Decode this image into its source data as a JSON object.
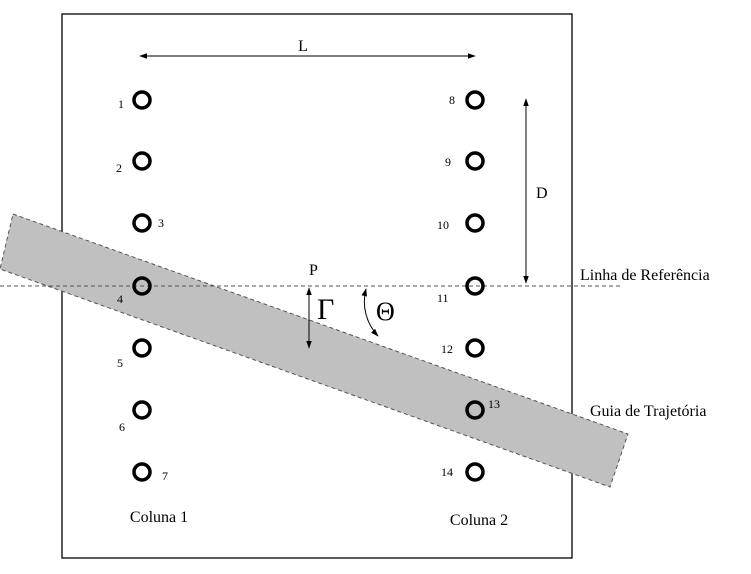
{
  "labels": {
    "length": "L",
    "distance": "D",
    "point": "P",
    "gamma": "Γ",
    "theta": "Θ",
    "reference_line": "Linha de Referência",
    "path_guide": "Guia de Trajetória",
    "column_1": "Coluna 1",
    "column_2": "Coluna 2"
  },
  "column_1_holes": [
    "1",
    "2",
    "3",
    "4",
    "5",
    "6",
    "7"
  ],
  "column_2_holes": [
    "8",
    "9",
    "10",
    "11",
    "12",
    "13",
    "14"
  ],
  "colors": {
    "guide_fill": "#c0c0c0",
    "stroke": "#000000",
    "background": "#ffffff"
  }
}
